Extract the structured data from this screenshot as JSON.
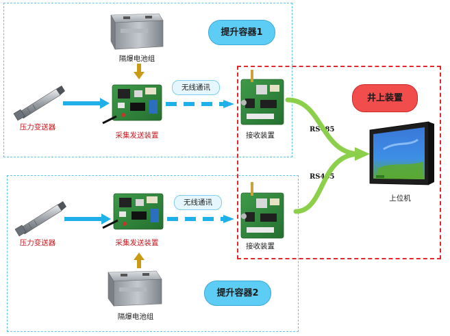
{
  "containers": {
    "top_label": "提升容器1",
    "bottom_label": "提升容器2",
    "well_label": "井上装置"
  },
  "labels": {
    "sensor_top": "压力变送器",
    "sensor_bottom": "压力变送器",
    "battery_top": "隔爆电池组",
    "battery_bottom": "隔爆电池组",
    "sender_top": "采集发送装置",
    "sender_bottom": "采集发送装置",
    "receiver_top": "接收装置",
    "receiver_bottom": "接收装置",
    "host": "上位机"
  },
  "links": {
    "wireless_top": "无线通讯",
    "wireless_bottom": "无线通讯",
    "rs485_top": "RS485",
    "rs485_bottom": "RS485"
  },
  "colors": {
    "container_border": "#5cc4ee",
    "well_border": "#e2262a",
    "arrow_blue": "#1fb0ea",
    "arrow_green": "#8ccf4a",
    "arrow_gold": "#c99a16"
  }
}
